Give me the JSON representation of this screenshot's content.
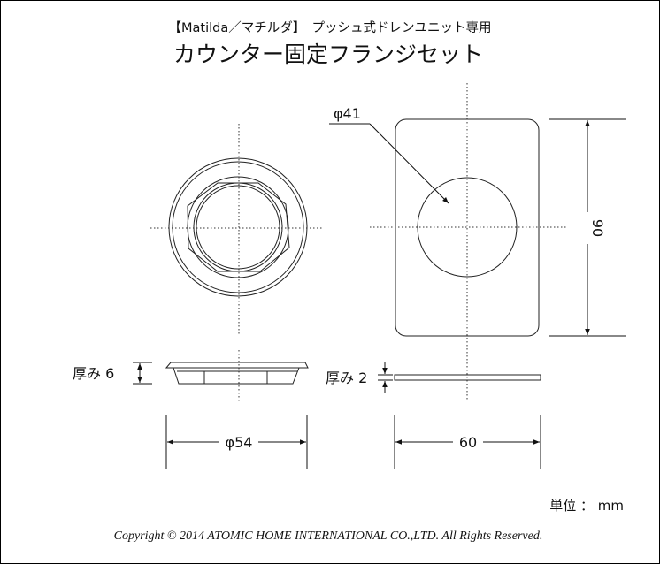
{
  "header": {
    "subtitle": "【Matilda／マチルダ】　プッシュ式ドレンユニット専用",
    "title": "カウンター固定フランジセット"
  },
  "flange": {
    "thickness_label": "厚み 6",
    "diameter_label": "φ54"
  },
  "plate": {
    "hole_label": "φ41",
    "height_label": "90",
    "thickness_label": "厚み 2",
    "width_label": "60"
  },
  "unit_label": "単位 ： mm",
  "copyright": "Copyright © 2014 ATOMIC HOME INTERNATIONAL CO.,LTD. All Rights Reserved."
}
